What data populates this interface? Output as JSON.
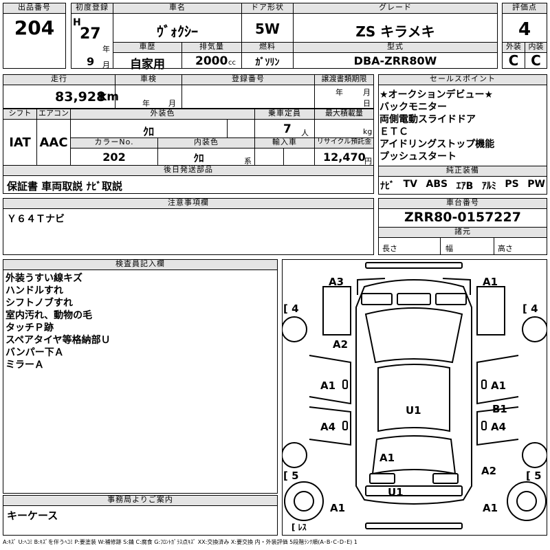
{
  "lot": {
    "label": "出品番号",
    "value": "204"
  },
  "first_reg": {
    "label": "初度登録",
    "era": "H",
    "year": "27",
    "year_unit": "年",
    "month": "9",
    "month_unit": "月"
  },
  "car_name": {
    "label": "車名",
    "value": "ｳﾞｫｸｼｰ"
  },
  "door": {
    "label": "ドア形状",
    "value": "5W"
  },
  "grade": {
    "label": "グレード",
    "value": "ZS キラメキ"
  },
  "score": {
    "label": "評価点",
    "value": "4"
  },
  "history": {
    "label": "車歴",
    "value": "自家用"
  },
  "displacement": {
    "label": "排気量",
    "value": "2000",
    "unit": "cc"
  },
  "fuel": {
    "label": "燃料",
    "value": "ｶﾞｿﾘﾝ"
  },
  "model": {
    "label": "型式",
    "value": "DBA-ZRR80W"
  },
  "exterior": {
    "label": "外装",
    "value": "C"
  },
  "interior": {
    "label": "内装",
    "value": "C"
  },
  "mileage": {
    "label": "走行",
    "value": "83,928",
    "unit": "km"
  },
  "inspection": {
    "label": "車検",
    "year_unit": "年",
    "month_unit": "月"
  },
  "registration": {
    "label": "登録番号"
  },
  "transfer_deadline": {
    "label": "譲渡書類期限",
    "year_unit": "年",
    "month_unit": "月",
    "day_unit": "日"
  },
  "shift": {
    "label": "シフト",
    "value": "IAT"
  },
  "aircon": {
    "label": "エアコン",
    "value": "AAC"
  },
  "exterior_color": {
    "label": "外装色",
    "value": "ｸﾛ"
  },
  "color_no": {
    "label": "カラーNo.",
    "value": "202"
  },
  "interior_color": {
    "label": "内装色",
    "value": "ｸﾛ",
    "suffix": "系"
  },
  "capacity": {
    "label": "乗車定員",
    "value": "7",
    "unit": "人"
  },
  "max_load": {
    "label": "最大積載量",
    "unit": "kg"
  },
  "import": {
    "label": "輸入車"
  },
  "recycle": {
    "label": "リサイクル預託金",
    "value": "12,470",
    "unit": "円"
  },
  "sales_points": {
    "label": "セールスポイント",
    "items": [
      "★オークションデビュー★",
      "バックモニター",
      "両側電動スライドドア",
      "ＥＴＣ",
      "アイドリングストップ機能",
      "プッシュスタート"
    ]
  },
  "later_parts": {
    "label": "後日発送部品",
    "value": "保証書 車両取説 ﾅﾋﾞ取説"
  },
  "equipment": {
    "label": "純正装備",
    "items": [
      "ﾅﾋﾞ",
      "TV",
      "ABS",
      "ｴｱB",
      "ｱﾙﾐ",
      "PS",
      "PW"
    ]
  },
  "notes": {
    "label": "注意事項欄",
    "value": "Ｙ６４Ｔナビ"
  },
  "chassis": {
    "label": "車台番号",
    "value": "ZRR80-0157227"
  },
  "specs": {
    "label": "諸元",
    "length": "長さ",
    "width": "幅",
    "height": "高さ"
  },
  "inspector": {
    "label": "検査員記入欄",
    "items": [
      "外装うすい線キズ",
      "ハンドルすれ",
      "シフトノブすれ",
      "室内汚れ、動物の毛",
      "タッチＰ跡",
      "スペアタイヤ等格納部Ｕ",
      "バンパー下Ａ",
      "ミラーＡ"
    ]
  },
  "office": {
    "label": "事務局よりご案内",
    "value": "キーケース"
  },
  "diagram": {
    "tire_labels": {
      "front_left": "4",
      "front_right": "4",
      "rear_left": "5",
      "rear_right": "5",
      "spare": "ﾚｽ"
    },
    "marks": {
      "front_left_corner": "A3",
      "front_right_corner": "A1",
      "hood_left": "A2",
      "left_front_door": "A1",
      "right_front_door": "A1",
      "roof": "U1",
      "right_rear_door": "B1",
      "left_rear_door": "A4",
      "right_rear_door_lower": "A4",
      "rear_glass": "A1",
      "rear_right_quarter": "A2",
      "tailgate": "U1",
      "rear_left_corner": "A1",
      "rear_right_corner": "A1"
    }
  },
  "legend": "A:ｷｽﾞ U:ﾍｺﾐ B:ｷｽﾞを伴うﾍｺﾐ P:要塗装 W:補修跡 S:錆 C:腐食 G:ﾌﾛﾝﾄｶﾞﾗｽ点ｷｽﾞ XX:交換済み X:要交換 内・外装評価 5段階ﾗﾝｸ順(A･B･C･D･E) 1"
}
